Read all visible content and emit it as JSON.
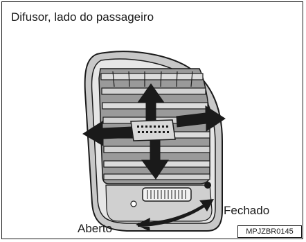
{
  "figure": {
    "title": "Difusor, lado do passageiro",
    "labels": {
      "closed": "Fechado",
      "open": "Aberto"
    },
    "reference_code": "MPJZBR0145"
  }
}
